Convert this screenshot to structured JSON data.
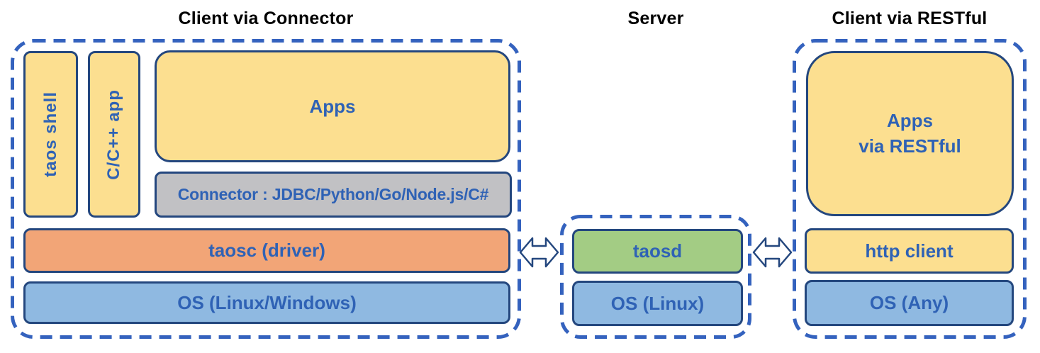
{
  "groups": {
    "connector": {
      "title": "Client via Connector",
      "boxes": {
        "taos_shell": "taos shell",
        "cpp_app": "C/C++ app",
        "apps": "Apps",
        "connector_bar": "Connector : JDBC/Python/Go/Node.js/C#",
        "taosc": "taosc (driver)",
        "os": "OS (Linux/Windows)"
      }
    },
    "server": {
      "title": "Server",
      "boxes": {
        "taosd": "taosd",
        "os": "OS (Linux)"
      }
    },
    "restful": {
      "title": "Client via RESTful",
      "boxes": {
        "apps_line1": "Apps",
        "apps_line2": "via RESTful",
        "http_client": "http client",
        "os": "OS (Any)"
      }
    }
  },
  "icons": {
    "left_link": "double-headed-arrow",
    "right_link": "double-headed-arrow"
  },
  "colors": {
    "app_yellow": "#FCDF90",
    "connector_gray": "#C1C1C4",
    "driver_orange": "#F2A577",
    "os_blue": "#8FB9E1",
    "server_green": "#A3CC84",
    "box_border_navy": "#24477E",
    "dashed_border_blue": "#3462BE",
    "label_blue": "#2F62B5",
    "title_black": "#000000",
    "arrow_fill_white": "#FFFFFF"
  }
}
